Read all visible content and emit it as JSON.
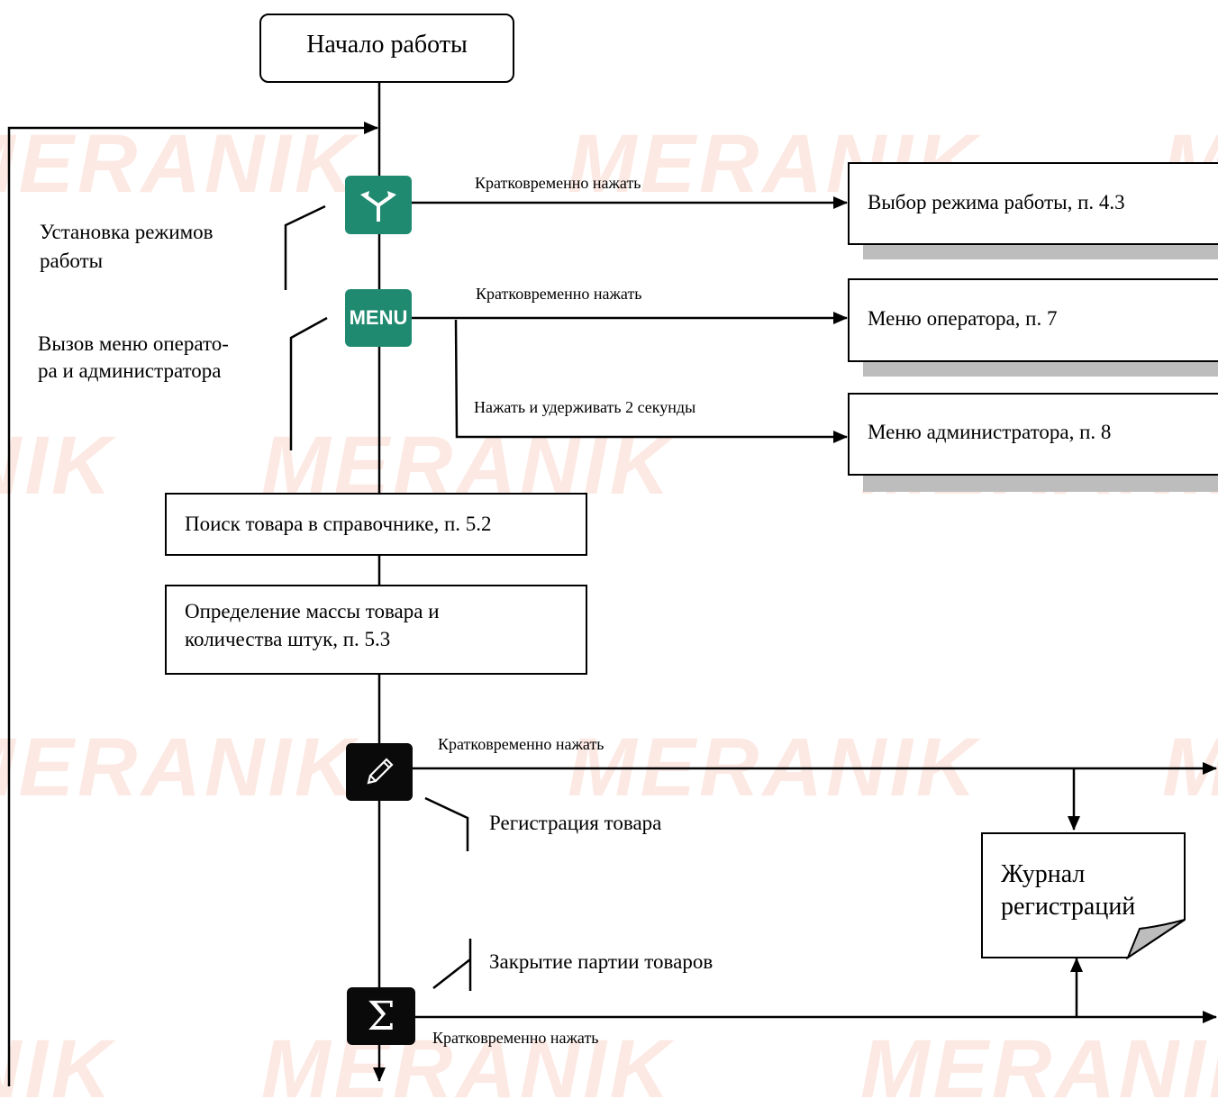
{
  "start": {
    "label": "Начало работы"
  },
  "watermark": {
    "text": "MERANIK",
    "color": "#f28a6b"
  },
  "colors": {
    "accent": "#1f8a70",
    "line": "#000000",
    "shadow": "#bdbdbd"
  },
  "icons": {
    "mode": {
      "name": "fork-arrow-icon",
      "color": "#1f8a70"
    },
    "menu": {
      "name": "menu-icon",
      "text": "MENU",
      "color": "#1f8a70"
    },
    "register": {
      "name": "pencil-icon",
      "color": "#0a0a0a"
    },
    "close": {
      "name": "sigma-icon",
      "text": "Σ",
      "color": "#0a0a0a"
    }
  },
  "annotations": {
    "mode_line1": "Установка режимов",
    "mode_line2": "работы",
    "menu_line1": "Вызов меню операто-",
    "menu_line2": "ра и администратора",
    "register": "Регистрация товара",
    "close": "Закрытие партии товаров"
  },
  "arrows": {
    "mode_press": "Кратковременно нажать",
    "menu_press": "Кратковременно нажать",
    "menu_hold": "Нажать и удерживать 2 секунды",
    "register_press": "Кратковременно нажать",
    "close_press": "Кратковременно нажать"
  },
  "targets": {
    "mode": "Выбор режима работы, п. 4.3",
    "operator": "Меню оператора, п. 7",
    "admin": "Меню администратора, п. 8"
  },
  "steps": {
    "search": "Поиск товара в справочнике, п. 5.2",
    "weigh_line1": "Определение массы товара и",
    "weigh_line2": "количества штук, п. 5.3"
  },
  "journal": {
    "line1": "Журнал",
    "line2": "регистраций"
  }
}
